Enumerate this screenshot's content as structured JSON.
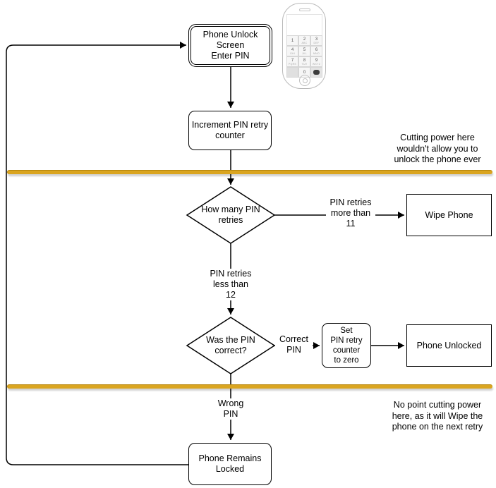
{
  "diagram": {
    "nodes": {
      "phone_unlock": {
        "label": "Phone Unlock\nScreen\nEnter PIN"
      },
      "increment": {
        "label": "Increment PIN retry\ncounter"
      },
      "how_many": {
        "label": "How many PIN\nretries"
      },
      "wipe_phone": {
        "label": "Wipe Phone"
      },
      "was_correct": {
        "label": "Was the PIN\ncorrect?"
      },
      "set_counter": {
        "label": "Set\nPIN retry\ncounter\nto zero"
      },
      "phone_unlocked": {
        "label": "Phone Unlocked"
      },
      "phone_locked": {
        "label": "Phone Remains\nLocked"
      }
    },
    "edge_labels": {
      "more_than": "PIN retries\nmore than\n11",
      "less_than": "PIN retries\nless than\n12",
      "correct_pin": "Correct\nPIN",
      "wrong_pin": "Wrong\nPIN"
    },
    "annotations": {
      "top": "Cutting power here\nwouldn't allow you to\nunlock the phone ever",
      "bottom": "No point cutting power\nhere, as it will Wipe the\nphone on the next retry"
    },
    "colors": {
      "power_cut_bar": "#DAA520",
      "power_cut_bar_edge": "#B8860B",
      "shape_stroke": "#000000",
      "background": "#FFFFFF"
    }
  },
  "phone": {
    "keys": [
      {
        "digit": "1",
        "letters": ""
      },
      {
        "digit": "2",
        "letters": "ABC"
      },
      {
        "digit": "3",
        "letters": "DEF"
      },
      {
        "digit": "4",
        "letters": "GHI"
      },
      {
        "digit": "5",
        "letters": "JKL"
      },
      {
        "digit": "6",
        "letters": "MNO"
      },
      {
        "digit": "7",
        "letters": "PQRS"
      },
      {
        "digit": "8",
        "letters": "TUV"
      },
      {
        "digit": "9",
        "letters": "WXYZ"
      }
    ],
    "zero": "0"
  }
}
